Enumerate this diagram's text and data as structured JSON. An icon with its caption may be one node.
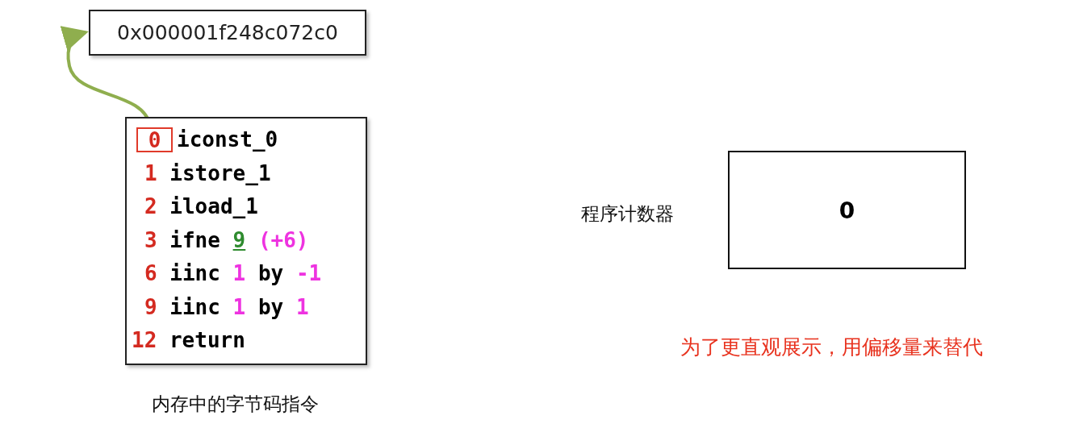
{
  "diagram": {
    "nodes": [
      {
        "text": [
          "0x000001f248c072c0"
        ]
      },
      {
        "text": [
          "iconst_0",
          "1 istore_1",
          "2 iload_1",
          "3 ifne 9 (+6)",
          "6 iinc 1 by -1",
          "9 iinc 1 by 1",
          "12 return"
        ],
        "beside": [
          "内存中的字节码指令"
        ]
      },
      {
        "text": [
          "0"
        ],
        "in": 1
      },
      {
        "text": [
          "0"
        ],
        "beside": [
          "程序计数器"
        ]
      }
    ],
    "edges": [
      {
        "from": 2,
        "to": 0,
        "arrow": "to",
        "color": "#8fae4e"
      }
    ],
    "labels": [
      "为了更直观展示，用偏移量来替代"
    ]
  }
}
